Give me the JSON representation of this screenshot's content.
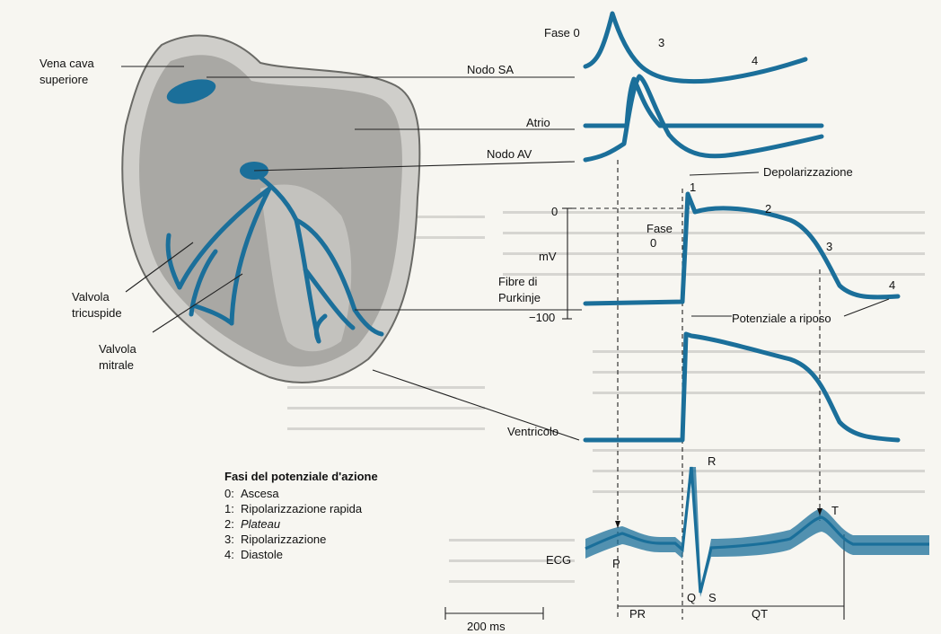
{
  "heart_labels": {
    "vena_cava": [
      "Vena cava",
      "superiore"
    ],
    "valvola_tricuspide": [
      "Valvola",
      "tricuspide"
    ],
    "valvola_mitrale": [
      "Valvola",
      "mitrale"
    ]
  },
  "tissue_labels": {
    "nodo_sa": "Nodo SA",
    "atrio": "Atrio",
    "nodo_av": "Nodo AV",
    "fibre_purkinje": [
      "Fibre di",
      "Purkinje"
    ],
    "ventricolo": "Ventricolo",
    "ecg": "ECG"
  },
  "phase_labels": {
    "fase0_top": "Fase 0",
    "p3": "3",
    "p4": "4",
    "depolarizzazione": "Depolarizzazione",
    "p1": "1",
    "p2": "2",
    "fase0_purkinje": [
      "Fase",
      "0"
    ],
    "p3b": "3",
    "p4b": "4",
    "potenziale_riposo": "Potenziale a riposo"
  },
  "axis": {
    "zero": "0",
    "unit": "mV",
    "min": "−100"
  },
  "ecg_waves": {
    "p": "P",
    "q": "Q",
    "r": "R",
    "s": "S",
    "t": "T"
  },
  "intervals": {
    "pr": "PR",
    "qt": "QT"
  },
  "scale_bar": "200 ms",
  "legend": {
    "title": "Fasi del potenziale d'azione",
    "items": [
      {
        "num": "0:",
        "text": "Ascesa"
      },
      {
        "num": "1:",
        "text": "Ripolarizzazione rapida"
      },
      {
        "num": "2:",
        "text": "Plateau"
      },
      {
        "num": "3:",
        "text": "Ripolarizzazione"
      },
      {
        "num": "4:",
        "text": "Diastole"
      }
    ]
  },
  "colors": {
    "trace": "#1b6f9a",
    "heart_wall": "#c9c8c4",
    "heart_inner": "#9b9a96",
    "paper": "#f7f6f1"
  }
}
